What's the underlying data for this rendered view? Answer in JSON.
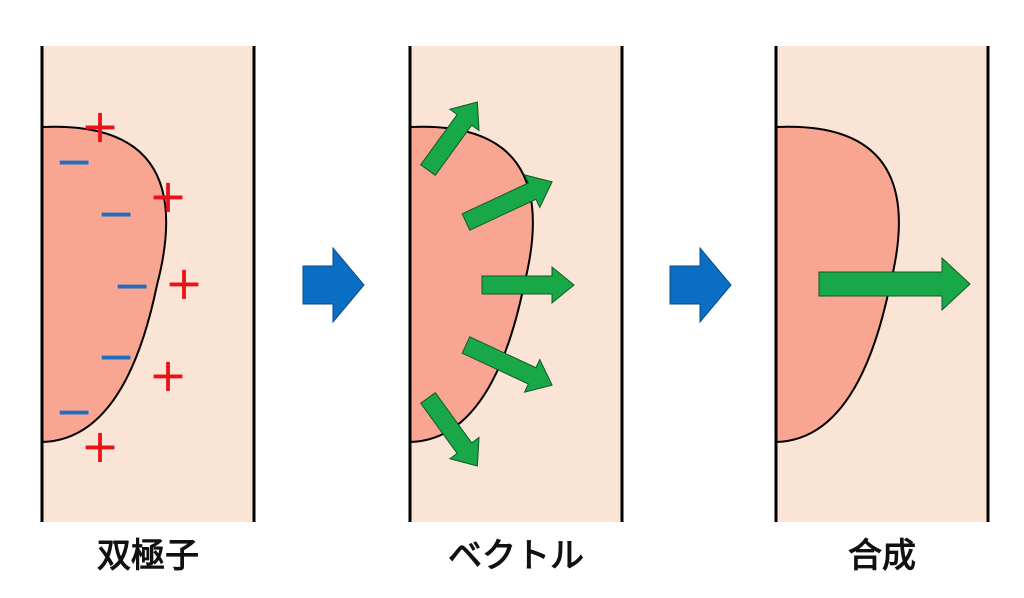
{
  "panels": [
    {
      "label": "双極子"
    },
    {
      "label": "ベクトル"
    },
    {
      "label": "合成"
    }
  ],
  "symbols": {
    "plus": "+",
    "minus": "−"
  },
  "colors": {
    "background_band": "#f9e4d6",
    "region_fill": "#f8a591",
    "outline": "#000000",
    "plus": "#e8121a",
    "minus": "#1f6fc0",
    "vector_arrow": "#18a848",
    "vector_arrow_stroke": "#0d5a25",
    "step_arrow": "#0a6ec4",
    "step_arrow_stroke": "#0a4a8a"
  }
}
